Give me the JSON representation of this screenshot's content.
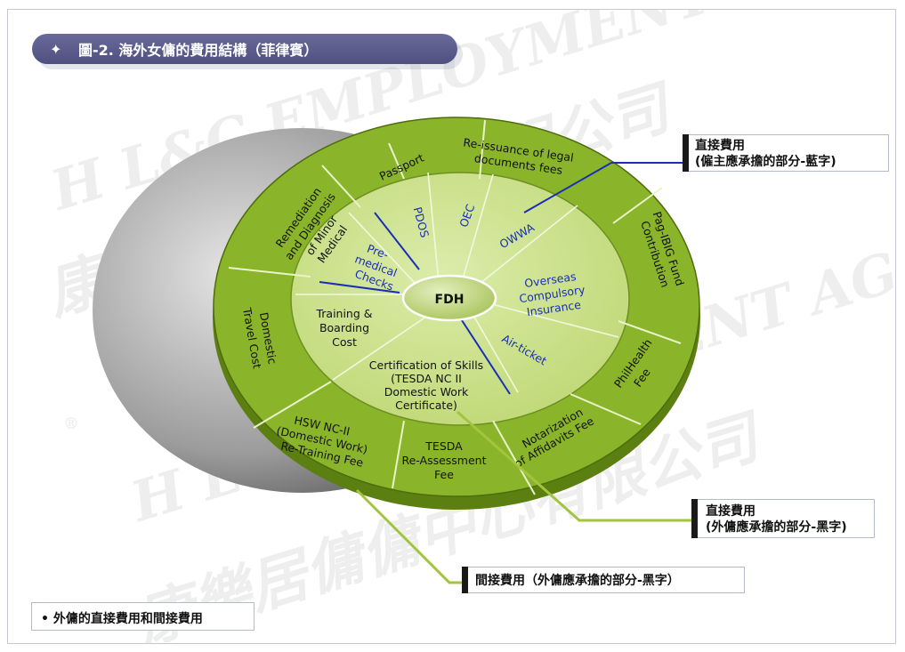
{
  "title": {
    "text": "圖-2. 海外女傭的費用結構（菲律賓）"
  },
  "watermark": {
    "english": "H L&C EMPLOYMENT AGENCY LTD",
    "chinese": "康樂居傭傭中心有限公司",
    "registered": "®"
  },
  "diagram": {
    "hub": "FDH",
    "outer_ring": [
      {
        "id": "passport",
        "label": "Passport"
      },
      {
        "id": "reissuance",
        "line1": "Re-issuance of legal",
        "line2": "documents fees"
      },
      {
        "id": "pagibig",
        "line1": "Pag-IBIG Fund",
        "line2": "Contribution"
      },
      {
        "id": "philhealth",
        "line1": "PhilHealth",
        "line2": "Fee"
      },
      {
        "id": "notarization",
        "line1": "Notarization",
        "line2": "of Affidavits Fee"
      },
      {
        "id": "tesda",
        "line1": "TESDA",
        "line2": "Re-Assessment",
        "line3": "Fee"
      },
      {
        "id": "hsw",
        "line1": "HSW NC-II",
        "line2": "(Domestic Work)",
        "line3": "Re-Training Fee"
      },
      {
        "id": "domestic-travel",
        "line1": "Domestic",
        "line2": "Travel Cost"
      },
      {
        "id": "remediation",
        "line1": "Remediation",
        "line2": "and Diagnosis",
        "line3": "of Minor",
        "line4": "Medical"
      }
    ],
    "inner_ring": [
      {
        "id": "pdos",
        "label": "PDOS",
        "color": "blue"
      },
      {
        "id": "oec",
        "label": "OEC",
        "color": "blue"
      },
      {
        "id": "owwa",
        "label": "OWWA",
        "color": "blue"
      },
      {
        "id": "overseas-insurance",
        "line1": "Overseas",
        "line2": "Compulsory",
        "line3": "Insurance",
        "color": "blue"
      },
      {
        "id": "air-ticket",
        "label": "Air-ticket",
        "color": "blue"
      },
      {
        "id": "certification",
        "line1": "Certification of Skills",
        "line2": "(TESDA NC II",
        "line3": "Domestic Work",
        "line4": "Certificate)",
        "color": "black"
      },
      {
        "id": "training",
        "line1": "Training &",
        "line2": "Boarding",
        "line3": "Cost",
        "color": "black"
      },
      {
        "id": "premedical",
        "line1": "Pre-",
        "line2": "medical",
        "line3": "Checks",
        "color": "blue"
      }
    ],
    "colors": {
      "outer_ring": "#8ab52a",
      "inner_ring": "#c6df7d",
      "hub": "#c3d98a",
      "blue_text": "#1a2fb5",
      "leader_line": "#a2c43e"
    }
  },
  "notes": {
    "direct_employer": {
      "line1": "直接費用",
      "line2": "(僱主應承擔的部分-藍字)"
    },
    "direct_fdh": {
      "line1": "直接費用",
      "line2": "(外傭應承擔的部分-黑字)"
    },
    "indirect_fdh": {
      "text": "間接費用（外傭應承擔的部分-黑字）"
    }
  },
  "footer": {
    "text": "• 外傭的直接費用和間接費用"
  }
}
